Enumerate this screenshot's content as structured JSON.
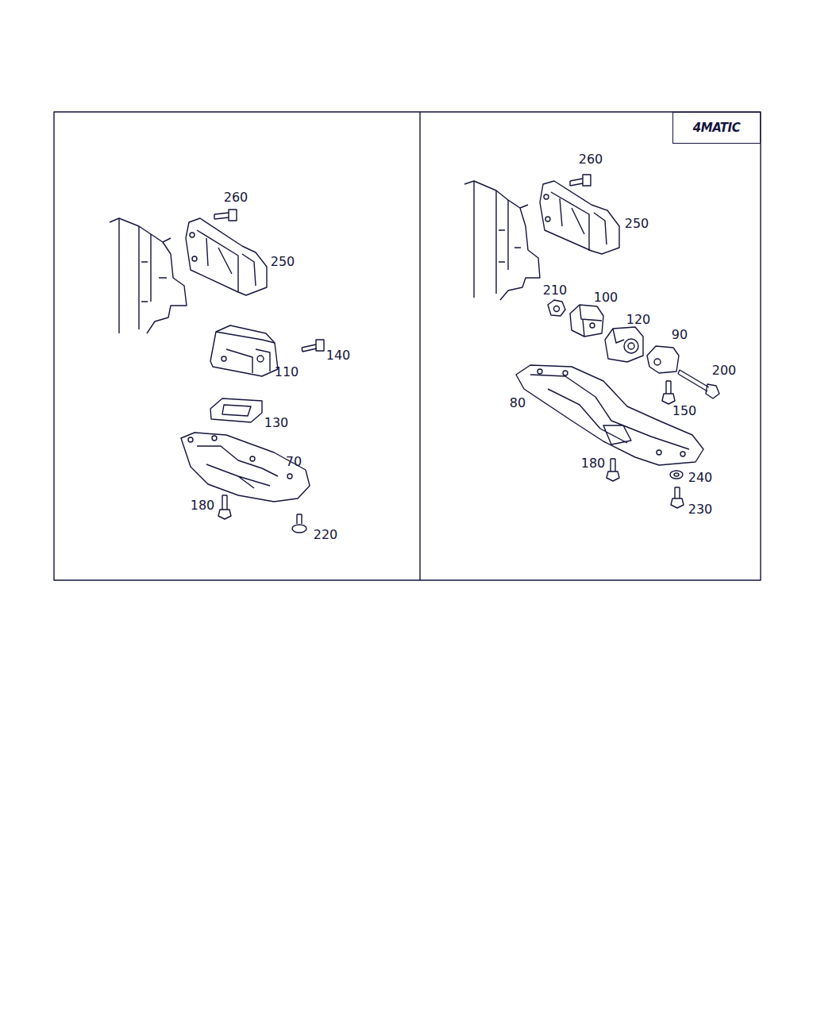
{
  "diagram": {
    "nodes": [
      {
        "text": [
          "4MATIC"
        ]
      }
    ],
    "labels": [
      "260",
      "250",
      "110",
      "140",
      "130",
      "70",
      "180",
      "220",
      "260",
      "250",
      "210",
      "100",
      "120",
      "90",
      "200",
      "80",
      "150",
      "180",
      "240",
      "230"
    ]
  }
}
